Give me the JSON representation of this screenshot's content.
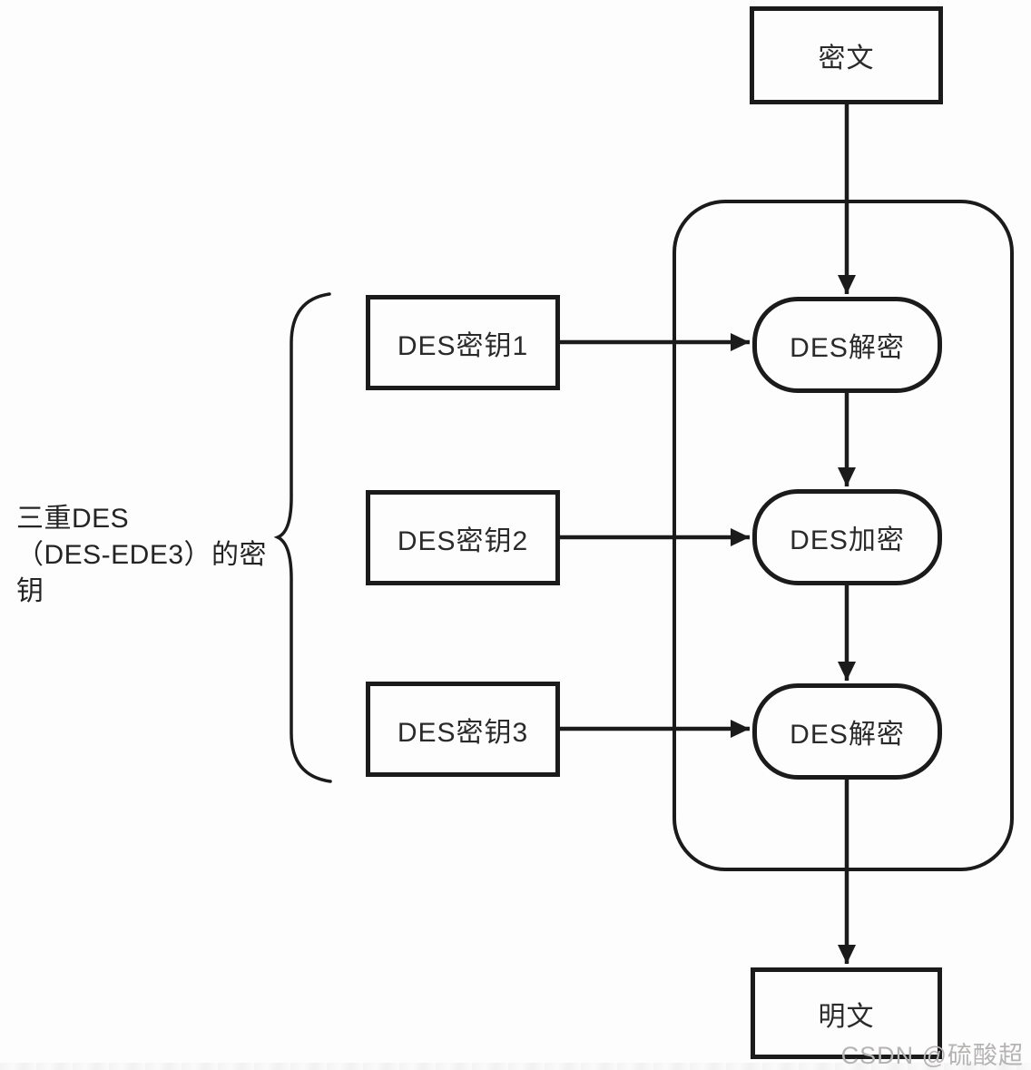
{
  "diagram": {
    "title_meaning": "Triple DES (DES-EDE3) decryption flow",
    "top_box": "密文",
    "bottom_box": "明文",
    "keys": [
      {
        "label": "DES密钥1"
      },
      {
        "label": "DES密钥2"
      },
      {
        "label": "DES密钥3"
      }
    ],
    "stages": [
      {
        "label": "DES解密"
      },
      {
        "label": "DES加密"
      },
      {
        "label": "DES解密"
      }
    ],
    "brace_label_line1": "三重DES",
    "brace_label_line2": "（DES-EDE3）的密钥",
    "watermark": "CSDN @硫酸超",
    "colors": {
      "line": "#1b1b1b",
      "box_background": "#fdfdfd",
      "watermark": "#b6b3b3"
    }
  }
}
